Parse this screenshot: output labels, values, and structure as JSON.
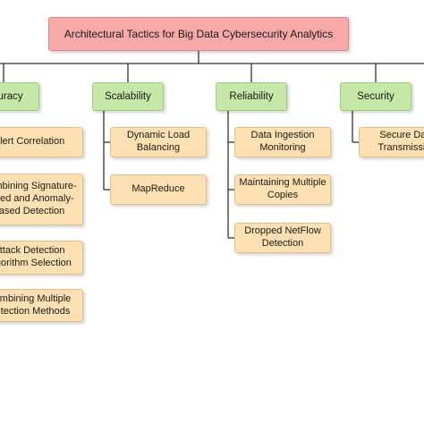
{
  "diagram": {
    "title": "Architectural Tactics for Big Data Cybersecurity Analytics",
    "categories": [
      {
        "label": "Accuracy",
        "tactics": [
          "Alert Correlation",
          "Combining Signature-based and Anomaly-based Detection",
          "Attack Detection Algorithm Selection",
          "Combining Multiple Detection Methods"
        ]
      },
      {
        "label": "Scalability",
        "tactics": [
          "Dynamic Load Balancing",
          "MapReduce"
        ]
      },
      {
        "label": "Reliability",
        "tactics": [
          "Data Ingestion Monitoring",
          "Maintaining Multiple Copies",
          "Dropped NetFlow Detection"
        ]
      },
      {
        "label": "Security",
        "tactics": [
          "Secure Data Transmission"
        ]
      }
    ]
  },
  "colors": {
    "root_fill": "#f7a9a8",
    "category_fill": "#c5e8a8",
    "tactic_fill": "#fde0b2",
    "connector": "#333333"
  }
}
